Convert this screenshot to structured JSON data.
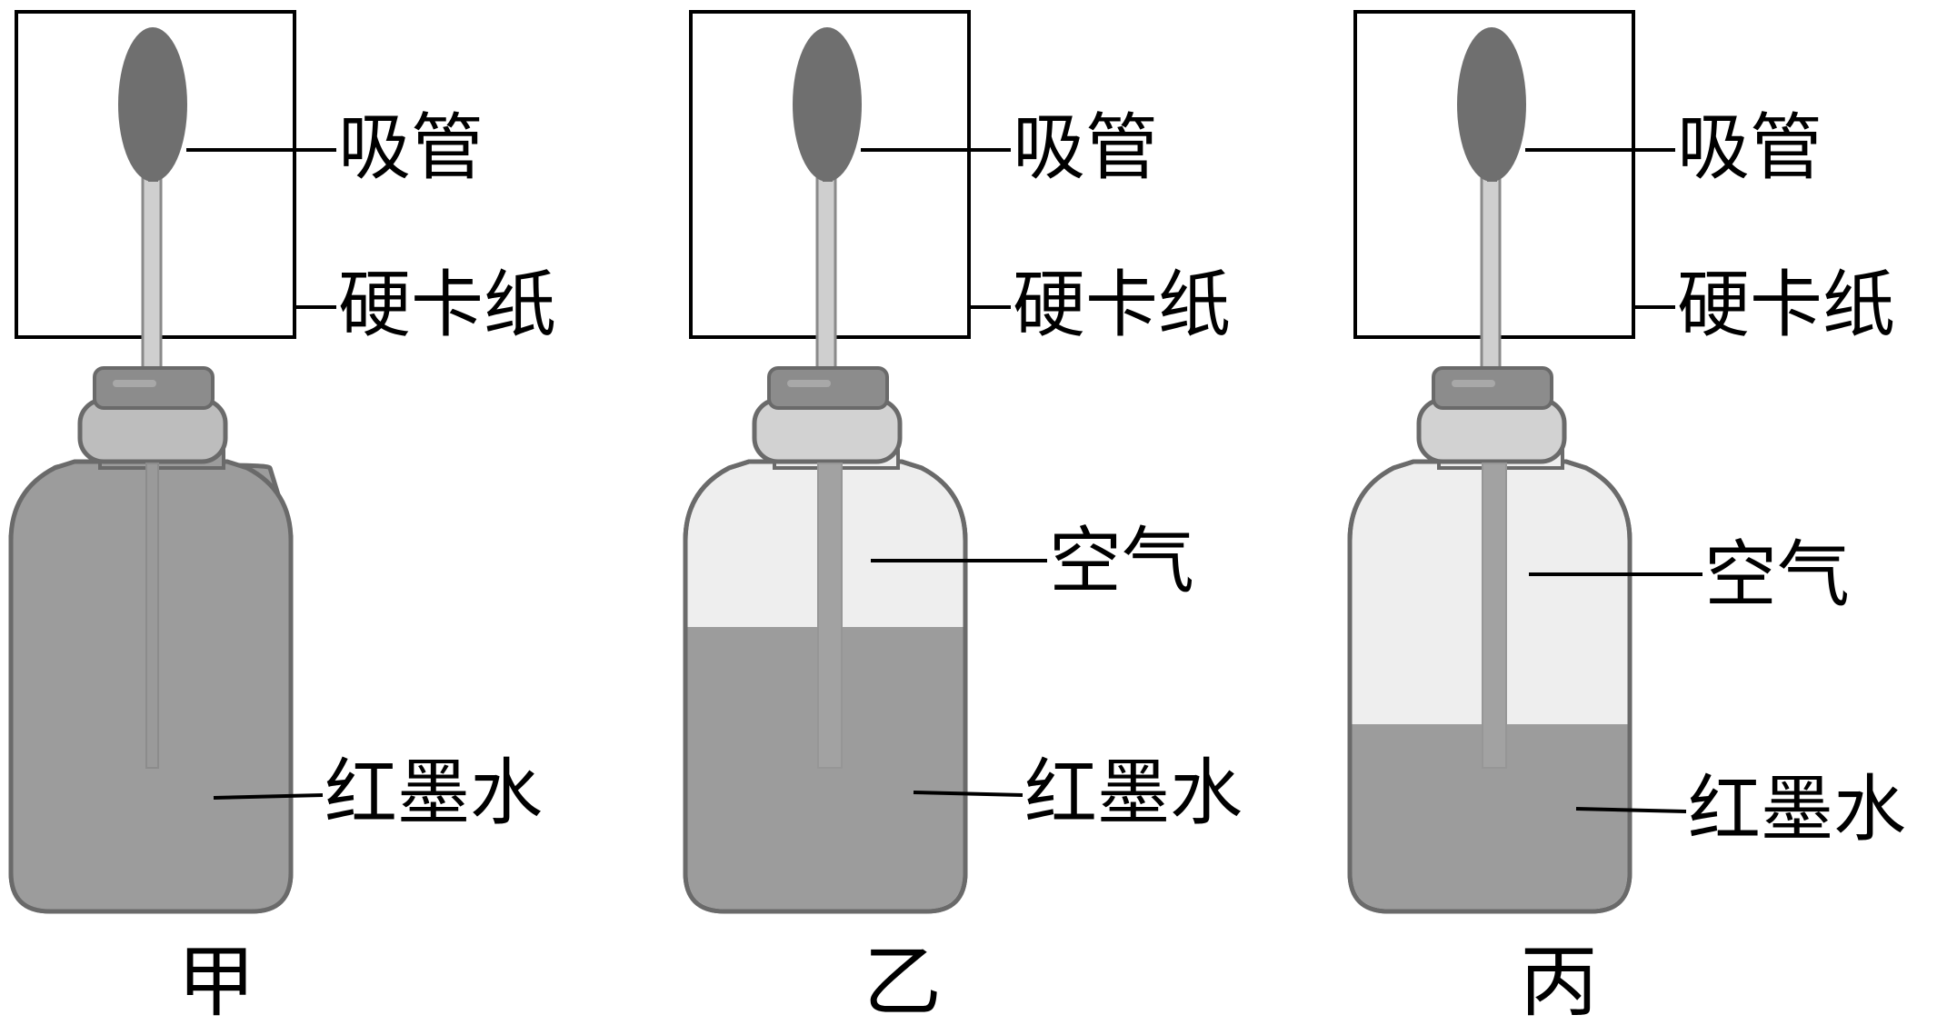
{
  "labels": {
    "pipette": "吸管",
    "card": "硬卡纸",
    "air": "空气",
    "ink": "红墨水"
  },
  "captions": [
    "甲",
    "乙",
    "丙"
  ],
  "bottles": [
    {
      "caption": "甲",
      "shows_air": false
    },
    {
      "caption": "乙",
      "shows_air": true
    },
    {
      "caption": "丙",
      "shows_air": true
    }
  ],
  "colors": {
    "ink": "#9c9c9c",
    "air": "#eeeeee",
    "bulb": "#6f6f6f",
    "outline": "#6a6a6a",
    "cap": "#8c8c8c",
    "collar": "#d2d2d2"
  }
}
